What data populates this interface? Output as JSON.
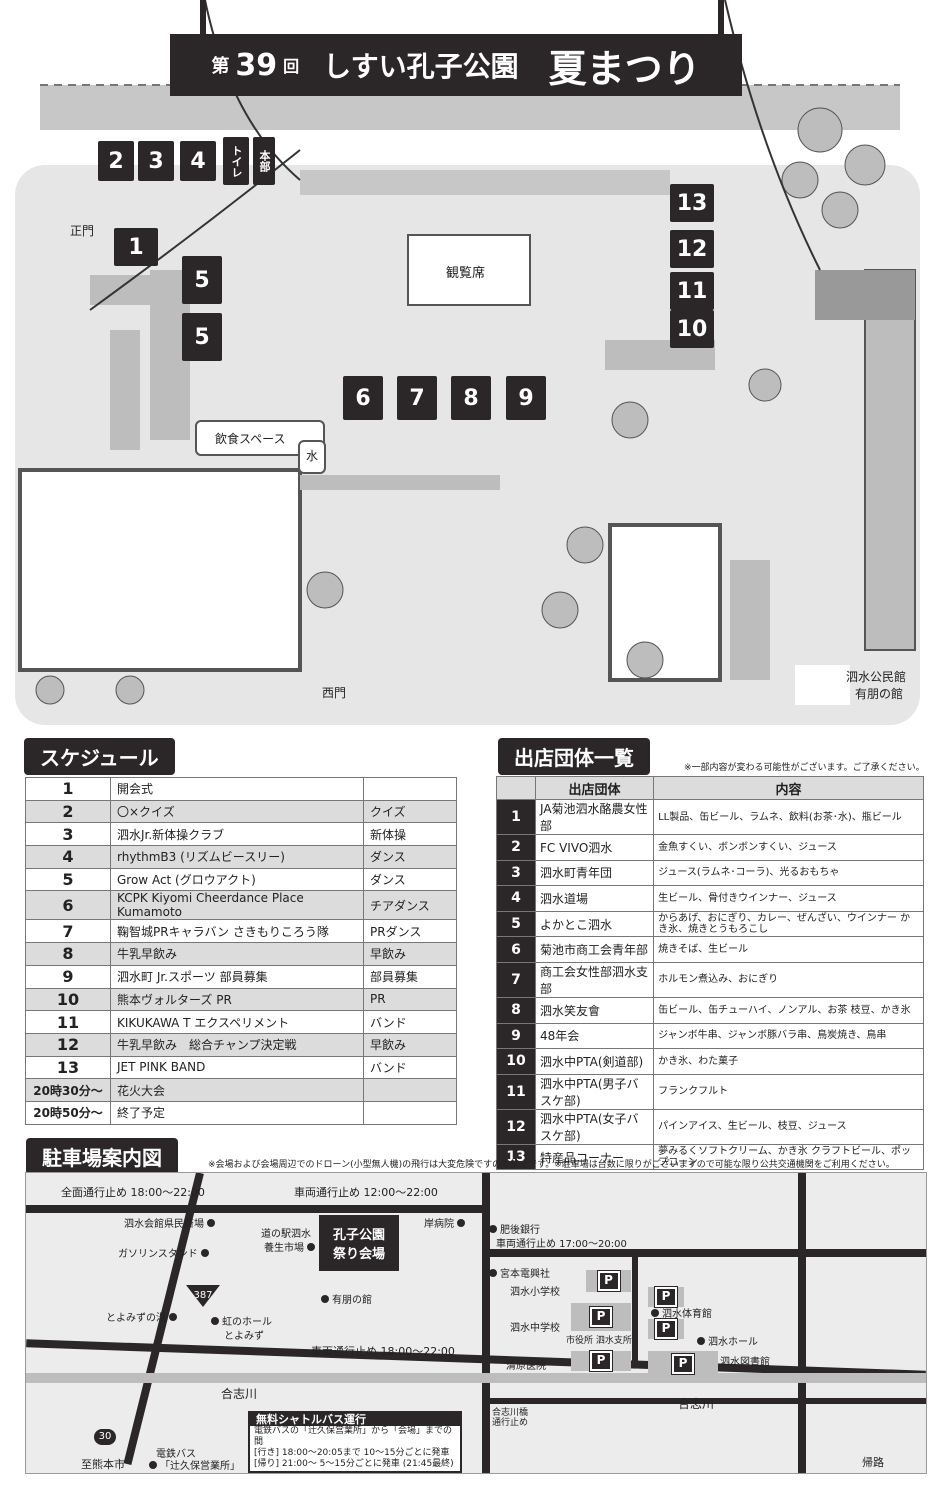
{
  "header": {
    "title_prefix": "第",
    "edition": "39",
    "title_suffix": "回",
    "park": "しすい孔子公園",
    "festival": "夏まつり"
  },
  "map": {
    "booths_top": [
      "2",
      "3",
      "4"
    ],
    "toilet": "トイレ",
    "hq": "本部",
    "gate_main": "正門",
    "gate_west": "西門",
    "booths_left": [
      "1",
      "5",
      "5"
    ],
    "booths_mid": [
      "6",
      "7",
      "8",
      "9"
    ],
    "booths_right": [
      "13",
      "12",
      "11",
      "10"
    ],
    "seating": "観覧席",
    "food_space": "飲食スペース",
    "water_glyph": "水",
    "community_hall_1": "泗水公民館",
    "community_hall_2": "有朋の館"
  },
  "schedule": {
    "title": "スケジュール",
    "rows": [
      {
        "no": "1",
        "name": "開会式",
        "cat": ""
      },
      {
        "no": "2",
        "name": "〇×クイズ",
        "cat": "クイズ"
      },
      {
        "no": "3",
        "name": "泗水Jr.新体操クラブ",
        "cat": "新体操"
      },
      {
        "no": "4",
        "name": "rhythmB3 (リズムビースリー)",
        "cat": "ダンス"
      },
      {
        "no": "5",
        "name": "Grow Act (グロウアクト)",
        "cat": "ダンス"
      },
      {
        "no": "6",
        "name": "KCPK Kiyomi Cheerdance Place Kumamoto",
        "cat": "チアダンス"
      },
      {
        "no": "7",
        "name": "鞠智城PRキャラバン さきもりころう隊",
        "cat": "PRダンス"
      },
      {
        "no": "8",
        "name": "牛乳早飲み",
        "cat": "早飲み"
      },
      {
        "no": "9",
        "name": "泗水町 Jr.スポーツ 部員募集",
        "cat": "部員募集"
      },
      {
        "no": "10",
        "name": "熊本ヴォルターズ PR",
        "cat": "PR"
      },
      {
        "no": "11",
        "name": "KIKUKAWA T エクスペリメント",
        "cat": "バンド"
      },
      {
        "no": "12",
        "name": "牛乳早飲み　総合チャンプ決定戦",
        "cat": "早飲み"
      },
      {
        "no": "13",
        "name": "JET PINK BAND",
        "cat": "バンド"
      },
      {
        "no": "20時30分～",
        "name": "花火大会",
        "cat": ""
      },
      {
        "no": "20時50分～",
        "name": "終了予定",
        "cat": ""
      }
    ]
  },
  "vendors": {
    "title": "出店団体一覧",
    "note": "※一部内容が変わる可能性がございます。ご了承ください。",
    "col_group": "出店団体",
    "col_content": "内容",
    "rows": [
      {
        "no": "1",
        "group": "JA菊池泗水酪農女性部",
        "items": "LL製品、缶ビール、ラムネ、飲料(お茶･水)、瓶ビール"
      },
      {
        "no": "2",
        "group": "FC VIVO泗水",
        "items": "金魚すくい、ボンボンすくい、ジュース"
      },
      {
        "no": "3",
        "group": "泗水町青年団",
        "items": "ジュース(ラムネ･コーラ)、光るおもちゃ"
      },
      {
        "no": "4",
        "group": "泗水道場",
        "items": "生ビール、骨付きウインナー、ジュース"
      },
      {
        "no": "5",
        "group": "よかとこ泗水",
        "items": "からあげ、おにぎり、カレー、ぜんざい、ウインナー かき氷、焼きとうもろこし"
      },
      {
        "no": "6",
        "group": "菊池市商工会青年部",
        "items": "焼きそば、生ビール"
      },
      {
        "no": "7",
        "group": "商工会女性部泗水支部",
        "items": "ホルモン煮込み、おにぎり"
      },
      {
        "no": "8",
        "group": "泗水笑友會",
        "items": "缶ビール、缶チューハイ、ノンアル、お茶 枝豆、かき氷"
      },
      {
        "no": "9",
        "group": "48年会",
        "items": "ジャンボ牛串、ジャンボ豚バラ串、鳥炭焼き、鳥串"
      },
      {
        "no": "10",
        "group": "泗水中PTA(剣道部)",
        "items": "かき氷、わた菓子"
      },
      {
        "no": "11",
        "group": "泗水中PTA(男子バスケ部)",
        "items": "フランクフルト"
      },
      {
        "no": "12",
        "group": "泗水中PTA(女子バスケ部)",
        "items": "パインアイス、生ビール、枝豆、ジュース"
      },
      {
        "no": "13",
        "group": "特産品コーナー",
        "items": "夢みるくソフトクリーム、かき氷 クラフトビール、ポップコーン"
      }
    ]
  },
  "parking": {
    "title": "駐車場案内図",
    "note": "※会場および会場周辺でのドローン(小型無人機)の飛行は大変危険ですので禁止です。※駐車場は台数に限りがございますので可能な限り公共交通機関をご利用ください。",
    "restriction_1": "全面通行止め 18:00～22:00",
    "restriction_2": "車両通行止め 12:00～22:00",
    "restriction_3": "車両通行止め 17:00～20:00",
    "restriction_4": "車両通行止め 18:00～22:00",
    "venue_1": "孔子公園",
    "venue_2": "祭り会場",
    "route_no": "387",
    "route_30": "30",
    "river_1": "合志川",
    "river_2": "合志川",
    "to_kumamoto": "至熊本市",
    "return_route": "帰路",
    "stop_closed_1": "合志川橋",
    "stop_closed_2": "通行止め",
    "p": "P",
    "places": [
      "泗水会館県民斎場",
      "ガソリンスタンド",
      "とよみずの湯",
      "虹のホール",
      "とよみず",
      "道の駅泗水",
      "養生市場",
      "有朋の館",
      "岸病院",
      "肥後銀行",
      "宮本電興社",
      "泗水小学校",
      "泗水中学校",
      "市役所 泗水支所",
      "清原医院",
      "泗水体育館",
      "泗水ホール",
      "泗水図書館",
      "電鉄バス",
      "「辻久保営業所」"
    ],
    "shuttle": {
      "title": "無料シャトルバス運行",
      "line1": "電鉄バスの「辻久保営業所」から「会場」までの間",
      "line2": "[行き] 18:00～20:05まで 10～15分ごとに発車",
      "line3": "[帰り] 21:00～ 5～15分ごとに発車 (21:45最終)"
    }
  },
  "colors": {
    "dark": "#2b2627",
    "gray": "#bdbdbd",
    "light": "#dcdcdc"
  }
}
